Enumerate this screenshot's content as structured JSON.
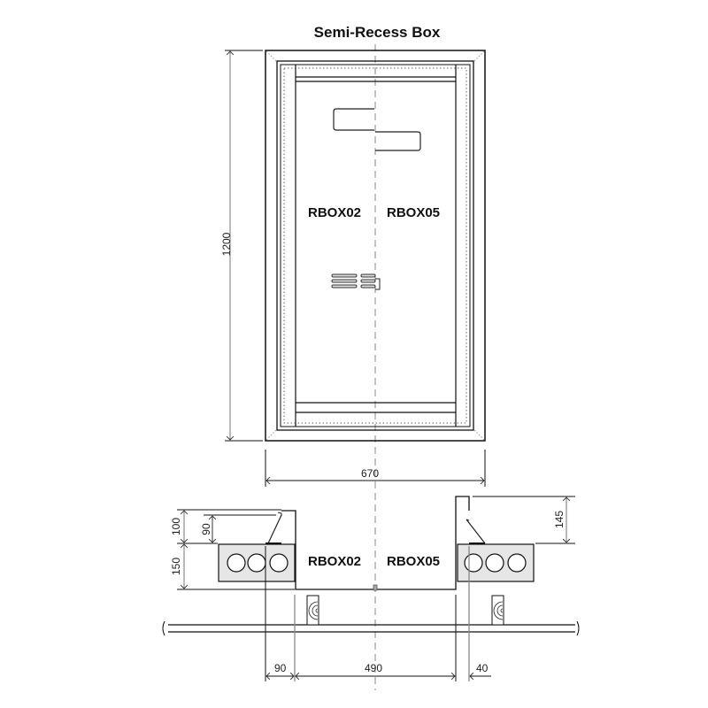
{
  "title": "Semi-Recess Box",
  "front_view": {
    "labels": [
      "RBOX02",
      "RBOX05"
    ],
    "dimensions": {
      "height": "1200",
      "width": "670"
    }
  },
  "section_view": {
    "labels": [
      "RBOX02",
      "RBOX05"
    ],
    "dimensions": {
      "left_upper": "100",
      "left_inner": "90",
      "left_lower": "150",
      "right_upper": "145",
      "bottom_left": "90",
      "bottom_middle": "490",
      "bottom_right": "40"
    }
  },
  "colors": {
    "line": "#111111",
    "concrete": "#e6e6e6",
    "dim_line": "#555555"
  }
}
